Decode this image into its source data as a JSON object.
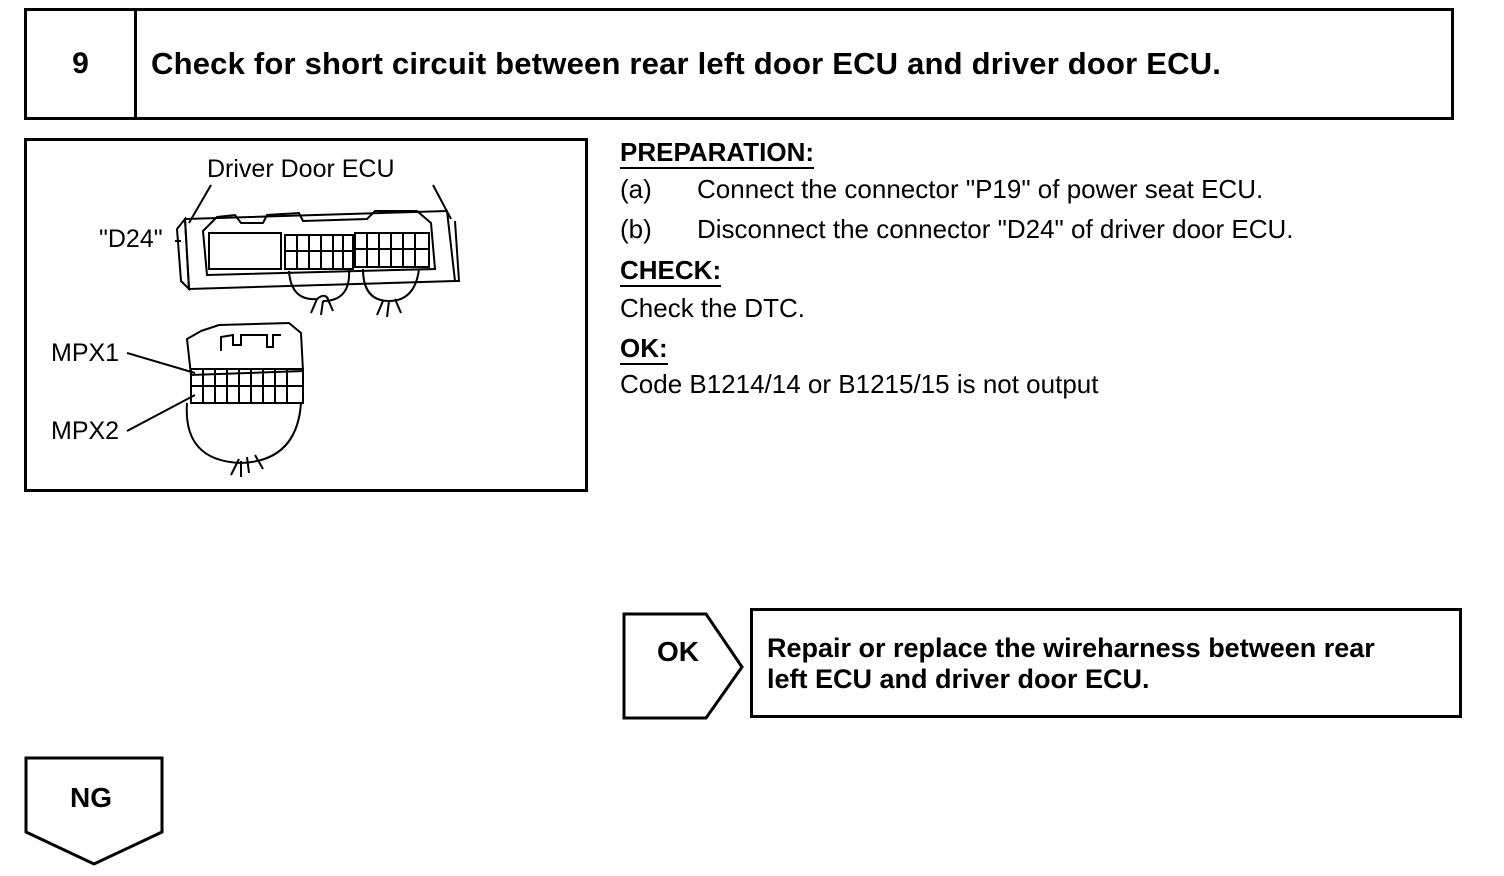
{
  "step": {
    "number": "9",
    "title": "Check for short circuit between rear left door ECU and driver door ECU."
  },
  "illustration": {
    "labels": {
      "driver_door_ecu": "Driver Door ECU",
      "connector_d24": "\"D24\"",
      "mpx1": "MPX1",
      "mpx2": "MPX2"
    }
  },
  "preparation": {
    "heading": "PREPARATION:",
    "steps": [
      {
        "marker": "(a)",
        "text": "Connect the connector \"P19\" of power seat ECU."
      },
      {
        "marker": "(b)",
        "text": "Disconnect the connector \"D24\" of driver door ECU."
      }
    ]
  },
  "check": {
    "heading": "CHECK:",
    "text": "Check the DTC."
  },
  "ok": {
    "heading": "OK:",
    "text": "Code B1214/14 or B1215/15 is not output"
  },
  "result": {
    "ok_label": "OK",
    "ok_action_line1": "Repair or replace the wireharness between rear",
    "ok_action_line2": "left ECU and driver door ECU.",
    "ng_label": "NG"
  }
}
